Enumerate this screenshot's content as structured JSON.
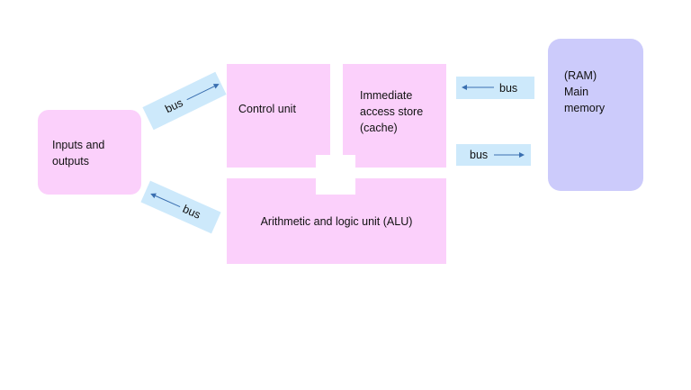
{
  "diagram": {
    "blocks": {
      "io": [
        "Inputs and",
        "outputs"
      ],
      "control": [
        "Control unit"
      ],
      "cache": [
        "Immediate",
        "access store",
        "(cache)"
      ],
      "alu": [
        "Arithmetic and logic unit (ALU)"
      ],
      "ram": [
        "(RAM)",
        "Main",
        "memory"
      ]
    },
    "buses": {
      "io_to_control": "bus",
      "alu_to_io": "bus",
      "ram_to_cache": "bus",
      "cache_to_ram": "bus"
    },
    "colors": {
      "cpu_block": "#fbd0fb",
      "ram_block": "#cccbfb",
      "bus_band": "#cde9fb",
      "arrow": "#3a6fb0"
    }
  }
}
